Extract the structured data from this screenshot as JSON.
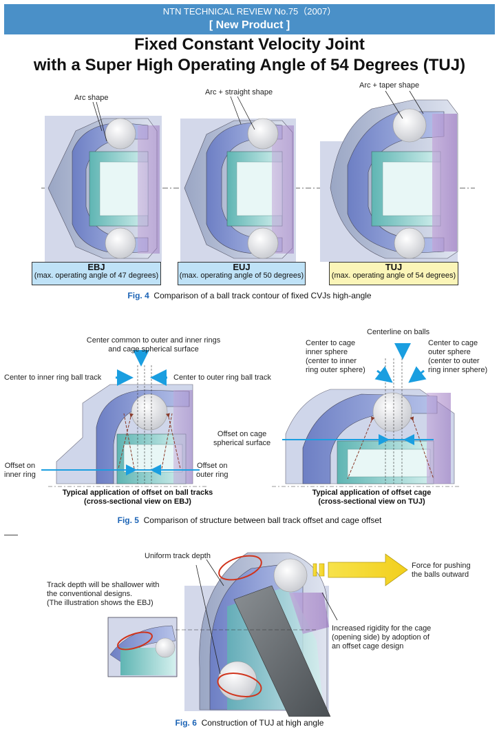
{
  "header": {
    "line1": "NTN  TECHNICAL REVIEW No.75（2007）",
    "line2": "[ New Product ]"
  },
  "title": {
    "line1": "Fixed Constant Velocity Joint",
    "line2": "with a Super High Operating Angle of 54 Degrees (TUJ)"
  },
  "fig4": {
    "labels": {
      "ebj": "Arc shape",
      "euj": "Arc + straight shape",
      "tuj": "Arc + taper shape"
    },
    "boxes": [
      {
        "name": "EBJ",
        "desc": "(max. operating angle of 47 degrees)"
      },
      {
        "name": "EUJ",
        "desc": "(max. operating angle of 50 degrees)"
      },
      {
        "name": "TUJ",
        "desc": "(max. operating angle of 54 degrees)"
      }
    ],
    "caption_num": "Fig. 4",
    "caption_text": "Comparison of a ball track contour of fixed CVJs high-angle"
  },
  "fig5": {
    "center_common": "Center common to outer and inner rings\nand cage spherical surface",
    "center_inner": "Center to inner ring ball track",
    "center_outer": "Center to outer ring ball track",
    "offset_inner": "Offset on\ninner ring",
    "offset_outer": "Offset on\nouter ring",
    "left_sub": "Typical application of offset on ball tracks\n(cross-sectional view on EBJ)",
    "centerline_balls": "Centerline on balls",
    "cage_inner": "Center to cage\ninner sphere\n(center to inner\nring outer sphere)",
    "cage_outer": "Center to cage\nouter sphere\n(center to outer\nring inner sphere)",
    "offset_cage": "Offset on cage\nspherical surface",
    "right_sub": "Typical application of offset cage\n(cross-sectional view on TUJ)",
    "caption_num": "Fig. 5",
    "caption_text": "Comparison of structure between ball track offset and cage offset"
  },
  "fig6": {
    "uniform": "Uniform track depth",
    "force": "Force for pushing\nthe balls outward",
    "shallower": "Track depth will be shallower with\nthe conventional designs.\n(The illustration shows the EBJ)",
    "rigidity": "Increased rigidity for the cage\n(opening side) by adoption of\nan offset cage design",
    "caption_num": "Fig. 6",
    "caption_text": "Construction of TUJ at high angle"
  }
}
